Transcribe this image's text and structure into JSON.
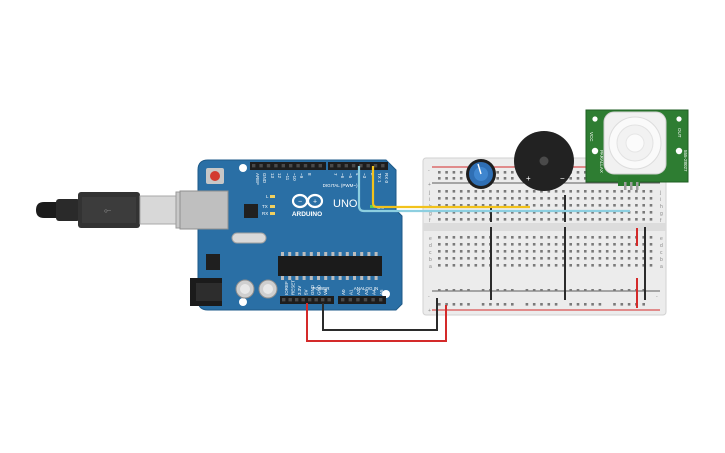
{
  "arduino": {
    "brand": "ARDUINO",
    "model": "UNO",
    "digital_header": "DIGITAL (PWM~)",
    "power_header": "POWER",
    "analog_header": "ANALOG IN",
    "on_label": "ON",
    "led_l": "L",
    "led_tx": "TX",
    "led_rx": "RX",
    "digital_pins": [
      "AREF",
      "GND",
      "13",
      "12",
      "~11",
      "~10",
      "~9",
      "8",
      "7",
      "~6",
      "~5",
      "4",
      "~3",
      "2",
      "TX 1",
      "RX 0"
    ],
    "power_pins": [
      "IOREF",
      "RESET",
      "3.3V",
      "5V",
      "GND",
      "GND",
      "Vin"
    ],
    "analog_pins": [
      "A0",
      "A1",
      "A2",
      "A3",
      "A4",
      "A5"
    ]
  },
  "breadboard": {
    "rows_top": [
      "j",
      "i",
      "h",
      "g",
      "f"
    ],
    "rows_bottom": [
      "e",
      "d",
      "c",
      "b",
      "a"
    ],
    "rail_minus": "-",
    "rail_plus": "+"
  },
  "buzzer": {
    "plus": "+",
    "minus": "−"
  },
  "pir": {
    "pin_labels": [
      "VCC",
      "OUT",
      "GND"
    ],
    "side_text": "PARALLAX",
    "part_no": "555-28027"
  },
  "colors": {
    "arduino_board": "#2a6fa5",
    "wire_yellow": "#f2c21b",
    "wire_cyan": "#8dcfe0",
    "wire_red": "#d42a2a",
    "wire_black": "#2b2b2b",
    "pir_board": "#2e7d32",
    "buzzer": "#222222",
    "pot": "#2f6fb4"
  }
}
